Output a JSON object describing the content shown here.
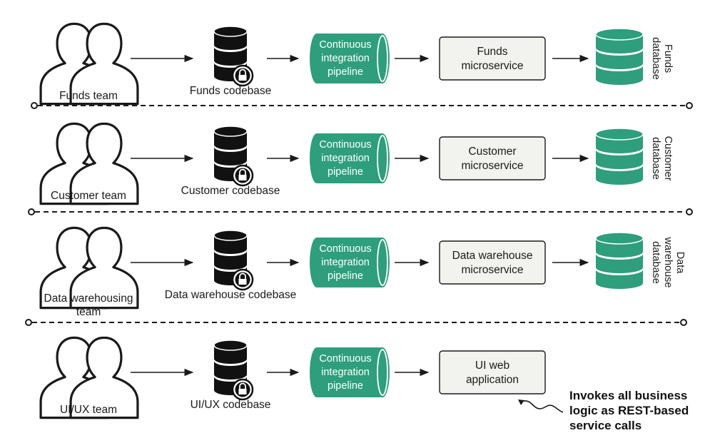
{
  "rows": [
    {
      "team": [
        "Funds team"
      ],
      "codebase": "Funds codebase",
      "pipeline": [
        "Continuous",
        "integration",
        "pipeline"
      ],
      "service": [
        "Funds",
        "microservice"
      ],
      "database": [
        "Funds",
        "database"
      ]
    },
    {
      "team": [
        "Customer team"
      ],
      "codebase": "Customer codebase",
      "pipeline": [
        "Continuous",
        "integration",
        "pipeline"
      ],
      "service": [
        "Customer",
        "microservice"
      ],
      "database": [
        "Customer",
        "database"
      ]
    },
    {
      "team": [
        "Data warehousing",
        "team"
      ],
      "codebase": "Data warehouse codebase",
      "pipeline": [
        "Continuous",
        "integration",
        "pipeline"
      ],
      "service": [
        "Data warehouse",
        "microservice"
      ],
      "database": [
        "Data",
        "warehouse",
        "database"
      ]
    },
    {
      "team": [
        "UI/UX team"
      ],
      "codebase": "UI/UX codebase",
      "pipeline": [
        "Continuous",
        "integration",
        "pipeline"
      ],
      "service": [
        "UI web",
        "application"
      ],
      "database": null
    }
  ],
  "note": [
    "Invokes all business",
    "logic as REST-based",
    "service calls"
  ],
  "colors": {
    "pipeline": "#2e9e7c",
    "database": "#2e9e7c",
    "service_fill": "#f2f2ee",
    "ink": "#1a1a1a"
  },
  "icons": {
    "team": "people-icon",
    "codebase": "locked-database-icon",
    "pipeline": "pipeline-cylinder-icon",
    "database": "database-icon"
  }
}
